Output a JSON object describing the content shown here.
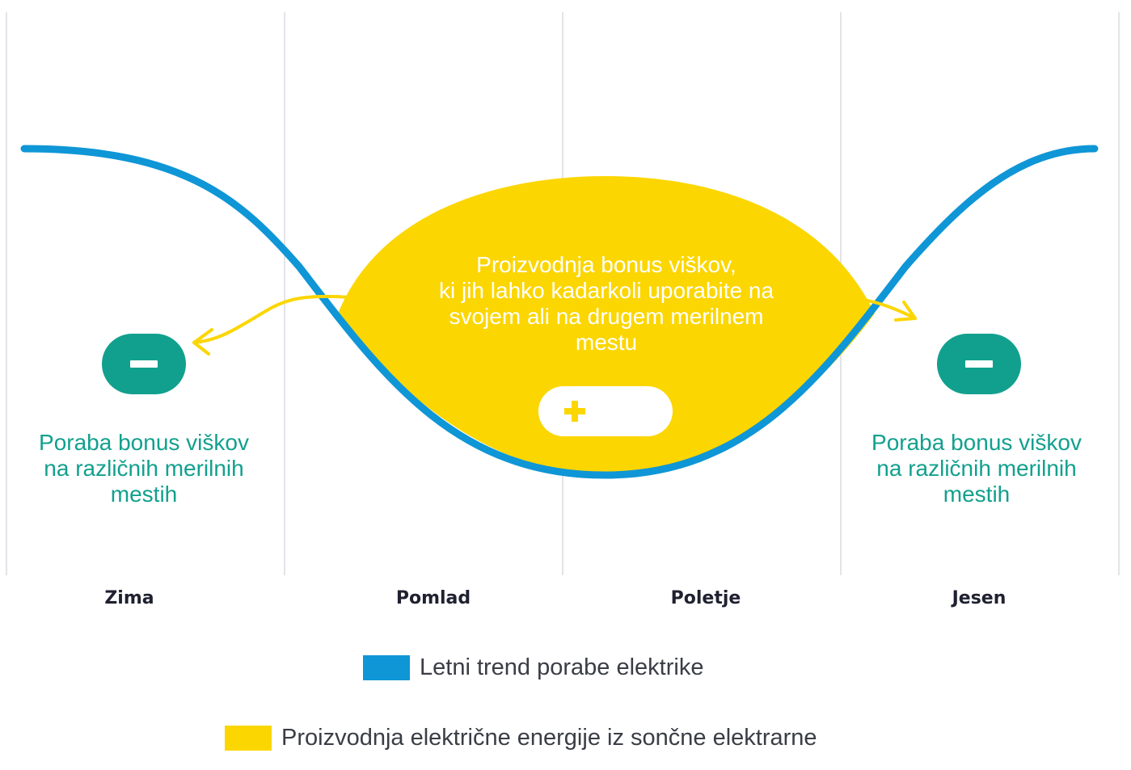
{
  "colors": {
    "consumption_curve": "#0f96d6",
    "solar_production": "#fcd600",
    "consumption_bonus": "#12a08e",
    "gridline": "#e3e3e8",
    "season_text": "#1f2130",
    "legend_text": "#3a3d45"
  },
  "seasons": [
    "Zima",
    "Pomlad",
    "Poletje",
    "Jesen"
  ],
  "solar_label": "Proizvodnja bonus viškov,\nki jih lahko kadarkoli uporabite na\nsvojem ali na drugem merilnem\nmestu",
  "left_usage": {
    "icon": "minus-icon",
    "label": "Poraba bonus viškov\nna različnih merilnih\nmestih"
  },
  "right_usage": {
    "icon": "minus-icon",
    "label": "Poraba bonus viškov\nna različnih merilnih\nmestih"
  },
  "surplus_icon": "plus-icon",
  "legend": [
    {
      "label": "Letni trend porabe elektrike",
      "color": "#0f96d6"
    },
    {
      "label": "Proizvodnja električne energije iz sončne elektrarne",
      "color": "#fcd600"
    }
  ]
}
